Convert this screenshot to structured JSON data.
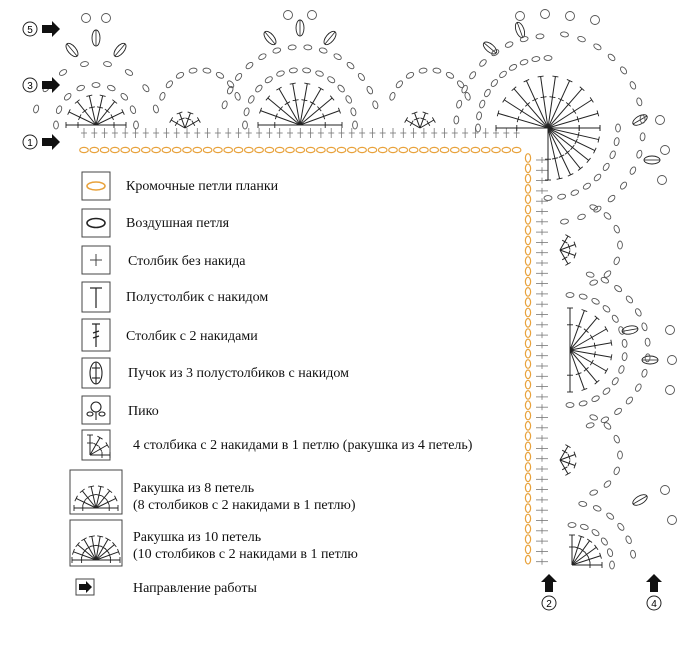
{
  "colors": {
    "foundation": "#e8a23c",
    "ink": "#222222",
    "stitch": "#555555"
  },
  "row_markers": {
    "row1": "1",
    "row2": "2",
    "row3": "3",
    "row4": "4",
    "row5": "5"
  },
  "legend": {
    "edge_loops": "Кромочные петли планки",
    "chain": "Воздушная петля",
    "sc": "Столбик без накида",
    "hdc": "Полустолбик с накидом",
    "tr": "Столбик с 2 накидами",
    "cluster": "Пучок из 3 полустолбиков с накидом",
    "picot": "Пико",
    "shell4": "4 столбика с 2 накидами в 1 петлю (ракушка из 4 петель)",
    "shell8_title": "Ракушка из 8 петель",
    "shell8_desc": "(8 столбиков с 2 накидами в 1 петлю)",
    "shell10_title": "Ракушка из 10 петель",
    "shell10_desc": "(10 столбиков с 2 накидами в 1 петлю",
    "direction": "Направление работы"
  },
  "icons": {
    "row_arrow": "right-arrow-icon",
    "up_arrow": "up-arrow-icon"
  }
}
